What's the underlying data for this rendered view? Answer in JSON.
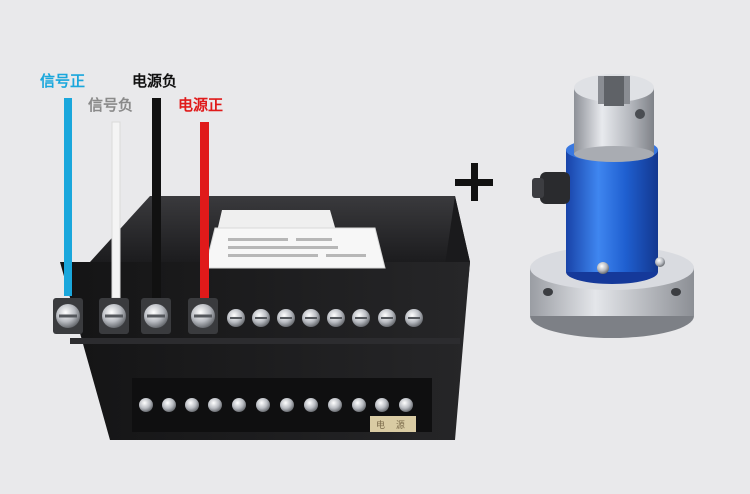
{
  "labels": {
    "signal_positive": {
      "text": "信号正",
      "color": "#1aa7dc"
    },
    "signal_negative": {
      "text": "信号负",
      "color": "#8a8a8a"
    },
    "power_negative": {
      "text": "电源负",
      "color": "#111111"
    },
    "power_positive": {
      "text": "电源正",
      "color": "#e01a1a"
    }
  },
  "plus_sign": "+",
  "terminal_tag": "电 源",
  "colors": {
    "background": "#e9e9eb",
    "housing": "#1e1e20",
    "wire_signal_positive": "#1aa7dc",
    "wire_signal_negative": "#f4f4f4",
    "wire_power_negative": "#111111",
    "wire_power_positive": "#e01a1a",
    "sensor_body": "#1f5fd0",
    "sensor_metal": "#c9ccd2"
  }
}
